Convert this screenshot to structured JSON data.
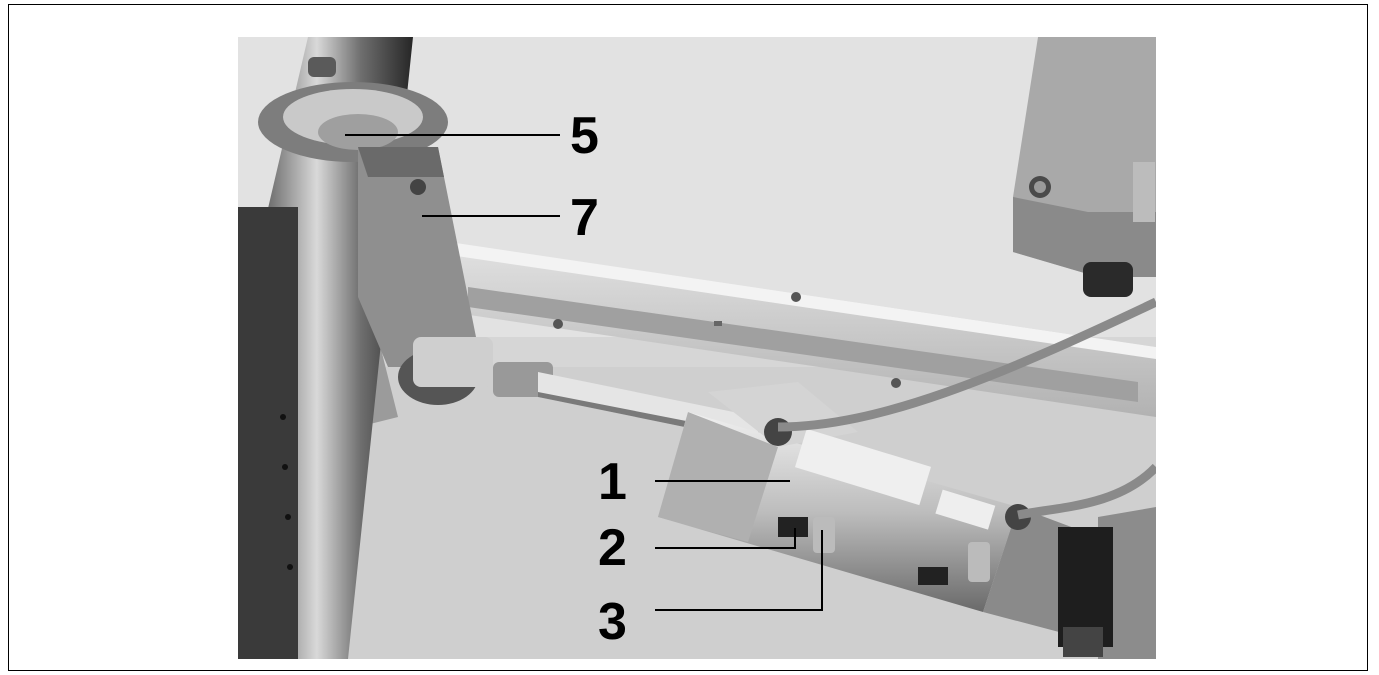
{
  "figure": {
    "callouts": [
      {
        "id": "5",
        "label": "5"
      },
      {
        "id": "7",
        "label": "7"
      },
      {
        "id": "1",
        "label": "1"
      },
      {
        "id": "2",
        "label": "2"
      },
      {
        "id": "3",
        "label": "3"
      }
    ]
  }
}
